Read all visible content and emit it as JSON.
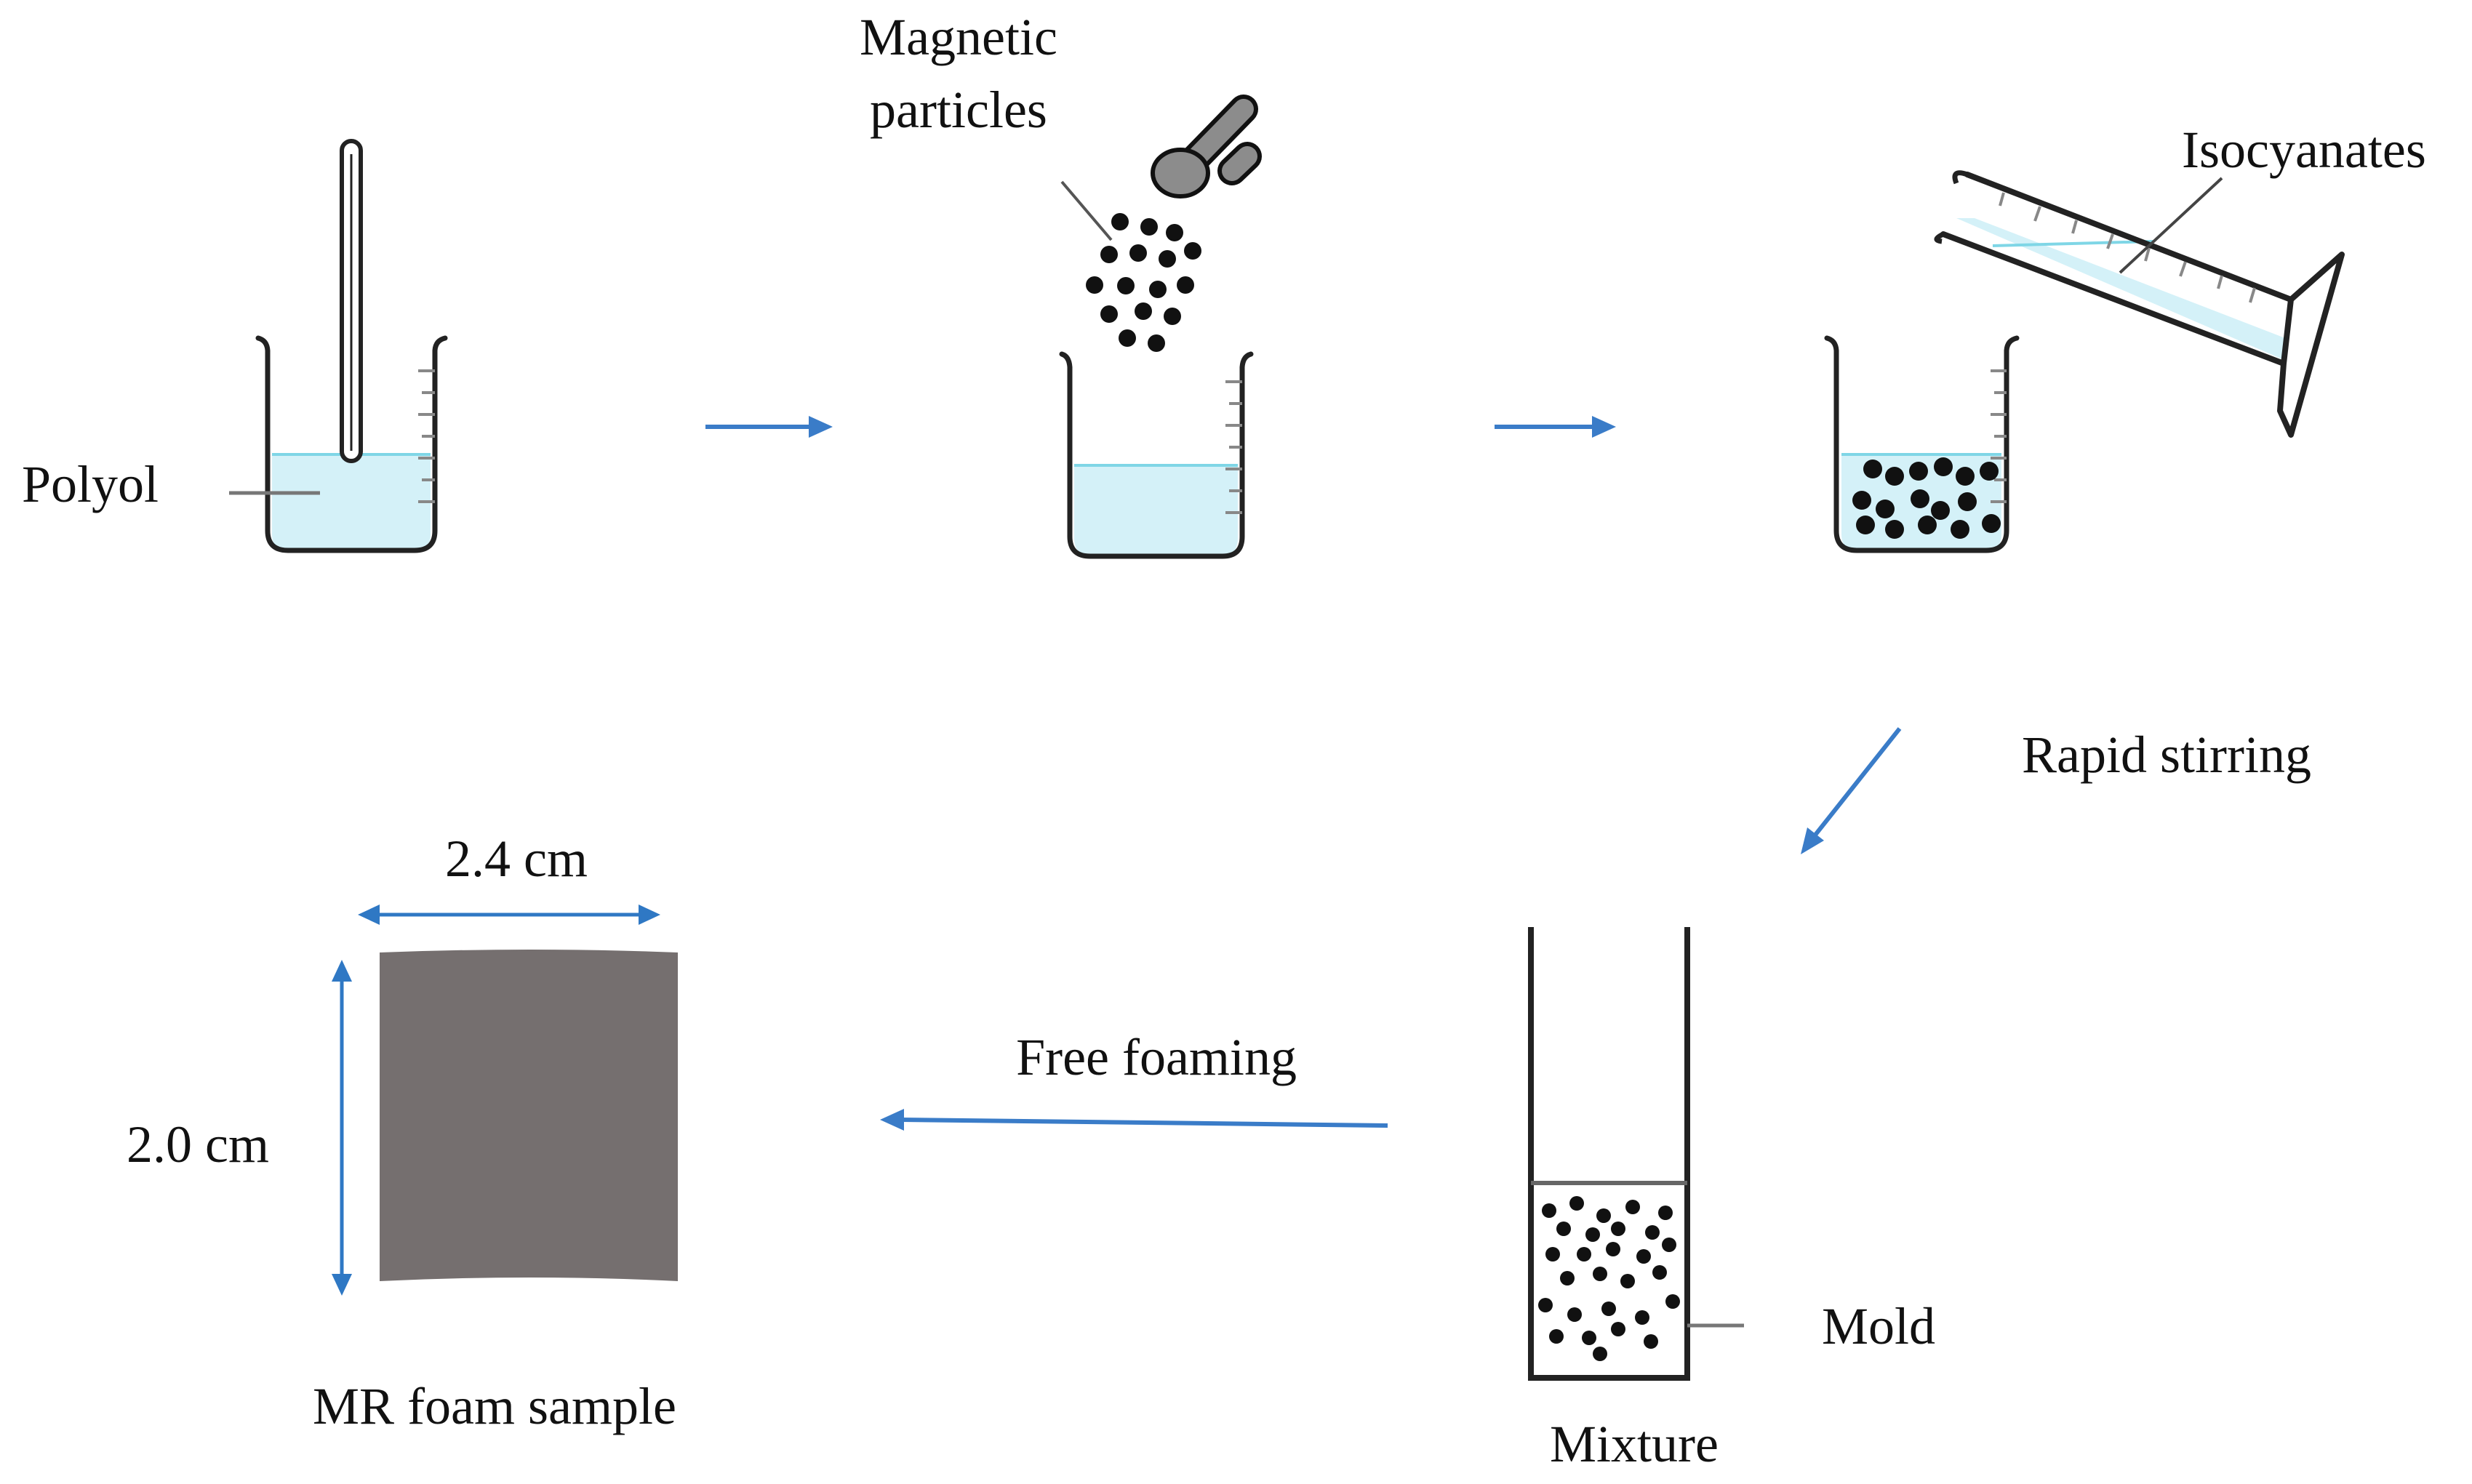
{
  "labels": {
    "polyol": "Polyol",
    "magnetic_line1": "Magnetic",
    "magnetic_line2": "particles",
    "isocyanates": "Isocyanates",
    "rapid_stirring": "Rapid stirring",
    "free_foaming": "Free foaming",
    "width_dim": "2.4 cm",
    "height_dim": "2.0 cm",
    "mr_foam_sample": "MR foam sample",
    "mixture": "Mixture",
    "mold": "Mold"
  },
  "colors": {
    "liquid": "#d4f1f8",
    "liquid_surface": "#7fd6e6",
    "arrow": "#3a7cc8",
    "dimension": "#2f78c4",
    "foam_sample": "#756f6f",
    "outline": "#222222",
    "leader_line": "#777777",
    "spoon": "#8c8c8c",
    "particle": "#111111"
  },
  "icons": {
    "thermometer": "thermometer-icon",
    "spoon": "spoon-icon",
    "graduated_cylinder": "graduated-cylinder-icon",
    "beaker": "beaker-icon",
    "mold": "mold-icon"
  }
}
